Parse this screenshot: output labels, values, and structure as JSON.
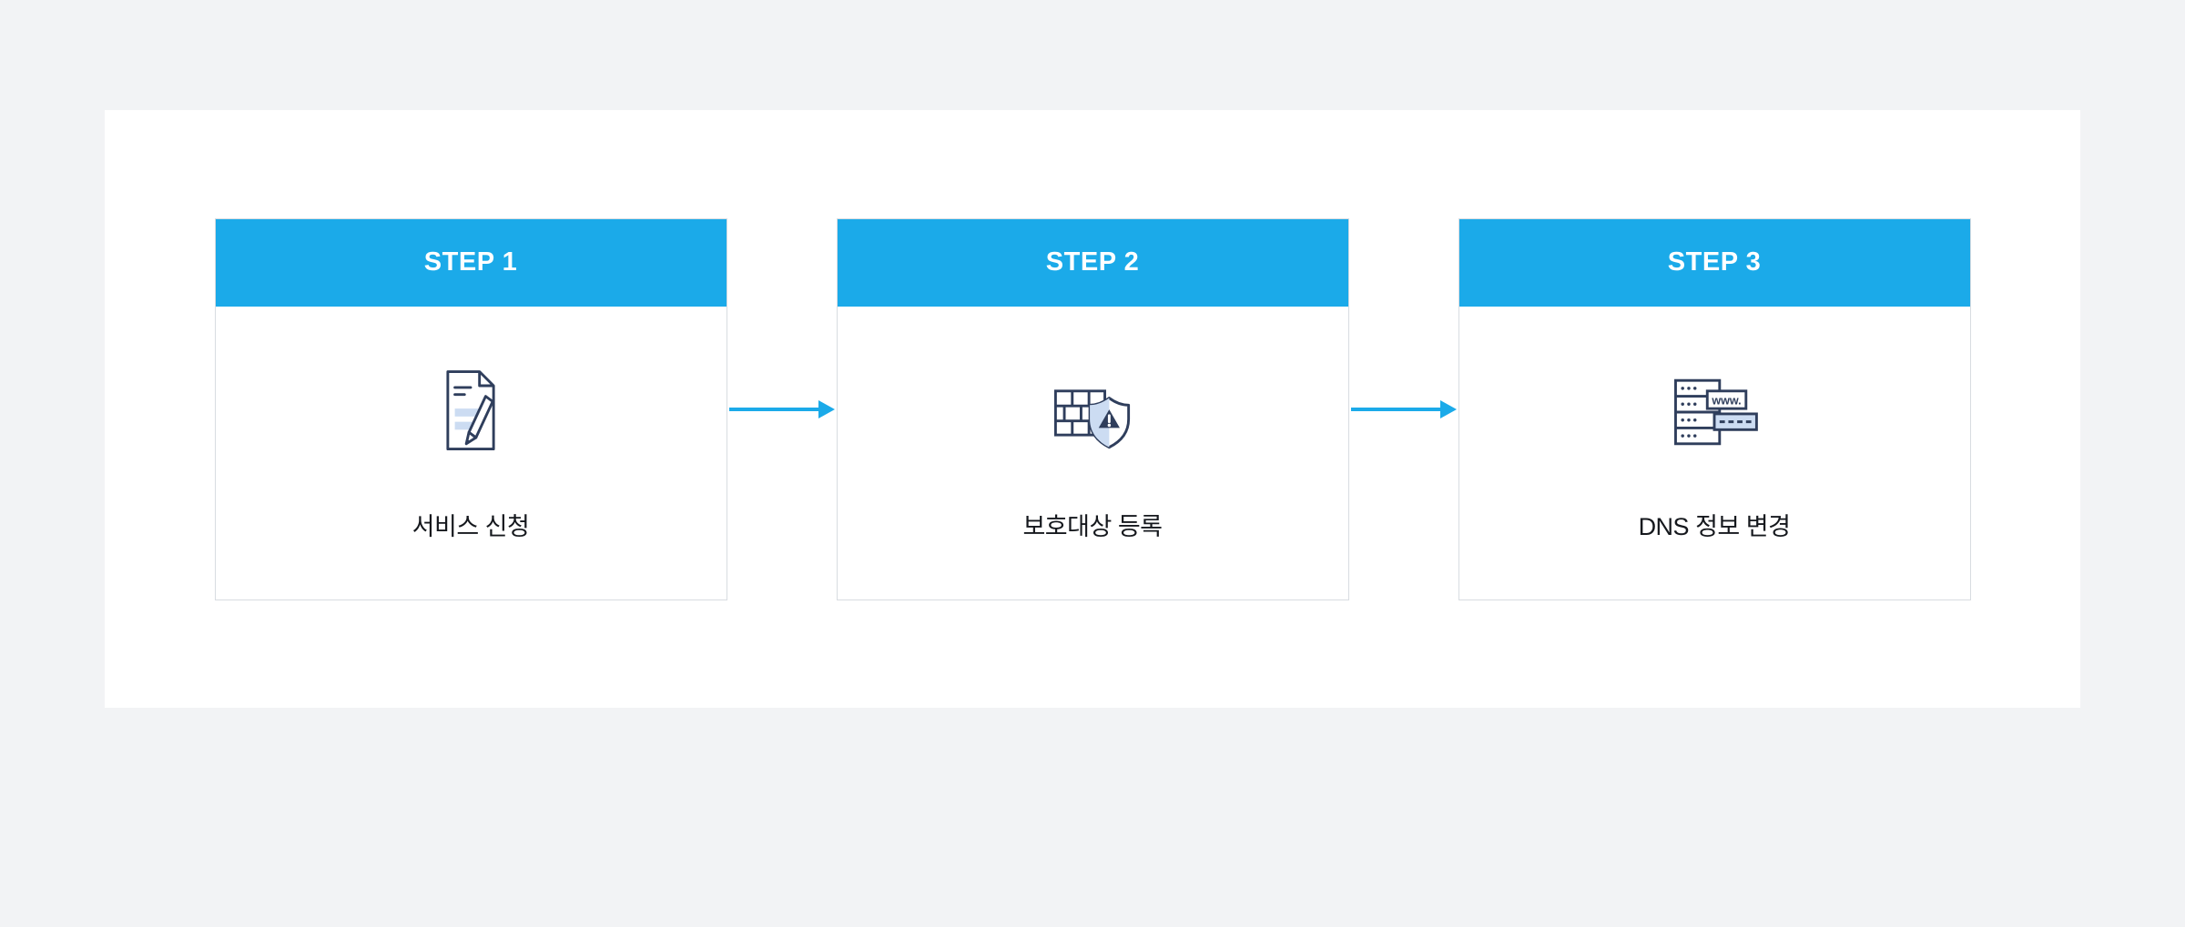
{
  "colors": {
    "accent": "#1baae9",
    "arrow": "#1baae9",
    "card_border": "#d8dce1",
    "caption": "#15181d",
    "icon_line": "#2f3e5c",
    "icon_fill": "#ccdcf2",
    "page_bg": "#f2f3f5",
    "panel_bg": "#ffffff"
  },
  "steps": [
    {
      "label": "STEP 1",
      "caption": "서비스 신청",
      "icon": "document-pencil-icon"
    },
    {
      "label": "STEP 2",
      "caption": "보호대상 등록",
      "icon": "firewall-shield-icon"
    },
    {
      "label": "STEP 3",
      "caption": "DNS 정보 변경",
      "icon": "dns-server-icon",
      "icon_text": "www."
    }
  ]
}
